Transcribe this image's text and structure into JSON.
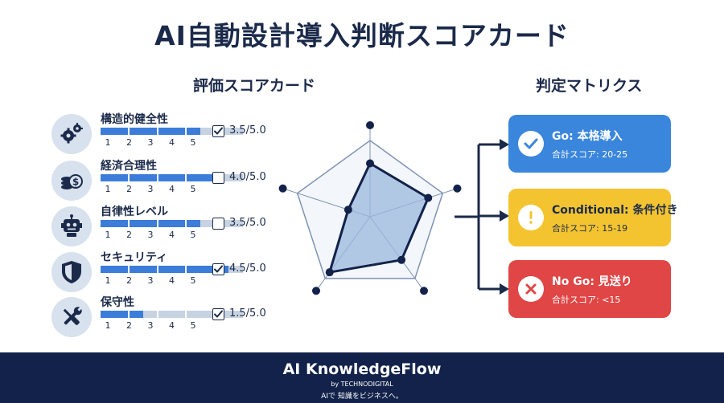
{
  "title": "AI自動設計導入判断スコアカード",
  "scorecard": {
    "heading": "評価スコアカード",
    "ticks": [
      "1",
      "2",
      "3",
      "4",
      "5"
    ],
    "items": [
      {
        "label": "構造的健全性",
        "score_text": "3.5/5.0",
        "value": 3.5,
        "checked": true,
        "icon": "gears-icon"
      },
      {
        "label": "経済合理性",
        "score_text": "4.0/5.0",
        "value": 4.0,
        "checked": false,
        "icon": "coins-dollar-icon"
      },
      {
        "label": "自律性レベル",
        "score_text": "3.5/5.0",
        "value": 3.5,
        "checked": false,
        "icon": "robot-icon"
      },
      {
        "label": "セキュリティ",
        "score_text": "4.5/5.0",
        "value": 4.5,
        "checked": true,
        "icon": "shield-icon"
      },
      {
        "label": "保守性",
        "score_text": "1.5/5.0",
        "value": 1.5,
        "checked": true,
        "icon": "wrench-screwdriver-icon"
      }
    ]
  },
  "matrix": {
    "heading": "判定マトリクス",
    "decisions": [
      {
        "title": "Go: 本格導入",
        "range": "合計スコア: 20-25",
        "color": "#3a86dc",
        "icon": "check-icon"
      },
      {
        "title": "Conditional: 条件付き",
        "range": "合計スコア: 15-19",
        "color": "#f4c430",
        "icon": "exclamation-icon"
      },
      {
        "title": "No Go: 見送り",
        "range": "合計スコア: <15",
        "color": "#e04646",
        "icon": "cross-icon"
      }
    ]
  },
  "footer": {
    "brand": "AI KnowledgeFlow",
    "by": "by TECHNODIGITAL",
    "tagline": "AIで 知識をビジネスへ。"
  },
  "colors": {
    "navy": "#12224a",
    "bar_fill": "#3b7dd8",
    "bar_track": "#c8d3e2",
    "radar_fill": "#9bb8de"
  }
}
